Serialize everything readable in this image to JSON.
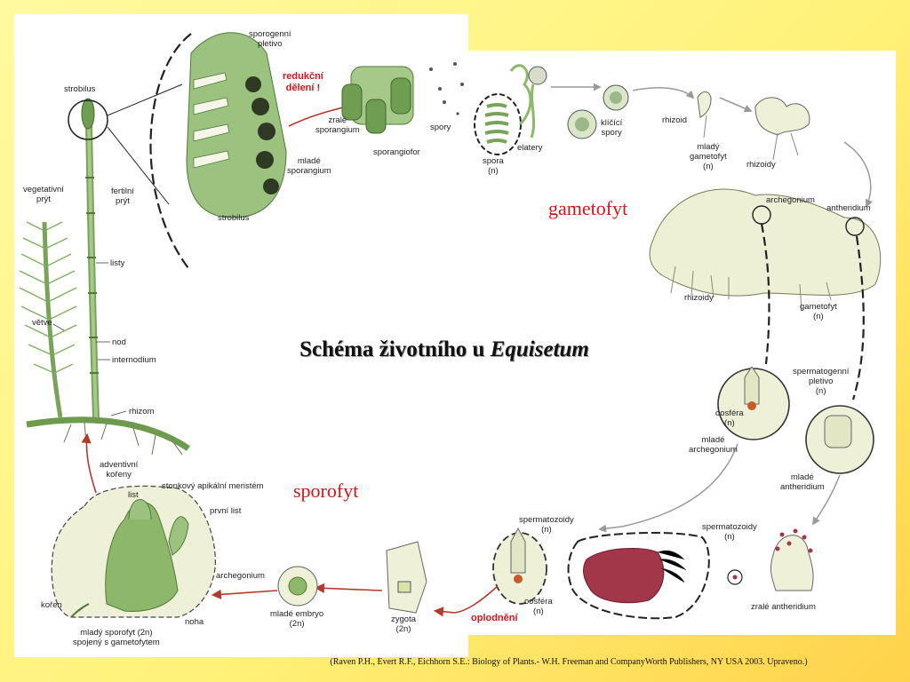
{
  "title": {
    "main": "Schéma životního u ",
    "genus": "Equisetum"
  },
  "phases": {
    "gametophyte": "gametofyt",
    "sporophyte": "sporofyt"
  },
  "labels": {
    "strobilus_top": "strobilus",
    "vegetative_shoot": "vegetativní\nprýt",
    "fertile_shoot": "fertilní\nprýt",
    "leaves": "listy",
    "branches": "větve",
    "node": "nod",
    "internode": "internodium",
    "rhizome": "rhizom",
    "adventitious_roots": "adventivní\nkořeny",
    "sporogenous_tissue": "sporogenní\npletivo",
    "reduction_division": "redukční\ndělení !",
    "mature_sporangium": "zralé\nsporangium",
    "young_sporangium": "mladé\nsporangium",
    "strobilus_bottom": "strobilus",
    "sporangiophore": "sporangiofor",
    "spores": "spory",
    "elaters": "elatery",
    "spore_n": "spora\n(n)",
    "germinating_spores": "klíčící\nspory",
    "rhizoid": "rhizoid",
    "young_gametophyte": "mladý\ngametofyt\n(n)",
    "rhizoids_1": "rhizoidy",
    "archegonium_1": "archegonium",
    "antheridium_1": "antheridium",
    "rhizoids_2": "rhizoidy",
    "gametophyte_n": "gametofyt\n(n)",
    "spermatogenous_tissue": "spermatogenní\npletivo\n(n)",
    "oosphere_1": "oosféra\n(n)",
    "young_archegonium": "mladé\narchegonium",
    "young_antheridium": "mladé\nantheridium",
    "spermatozoids_1": "spermatozoidy\n(n)",
    "spermatozoids_2": "spermatozoidy\n(n)",
    "mature_antheridium": "zralé antheridium",
    "oosphere_2": "oosféra\n(n)",
    "fertilization": "oplodnění",
    "zygote": "zygota\n(2n)",
    "young_embryo": "mladé embryo\n(2n)",
    "archegonium_2": "archegonium",
    "stem_apical_meristem": "stonkový apikální meristém",
    "leaf": "list",
    "first_leaf": "první list",
    "root": "kořen",
    "foot": "noha",
    "young_sporophyte": "mladý sporofyt (2n)\nspojený s gametofytem"
  },
  "credit": "(Raven P.H., Evert R.F., Eichhorn S.E.: Biology of Plants.- W.H. Freeman and CompanyWorth Publishers, NY USA 2003. Upraveno.)",
  "colors": {
    "accent_red": "#d4151a",
    "plant_green": "#8db86b",
    "gametophyte_cream": "#f3f1d2",
    "antheridium_red": "#a3374a"
  }
}
